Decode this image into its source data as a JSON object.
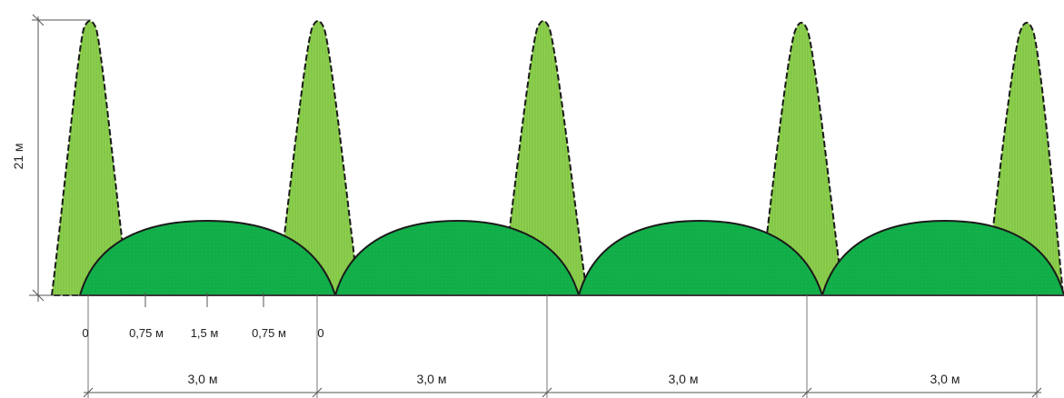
{
  "height_label": "21 м",
  "spacing_labels": {
    "zero_left": "0",
    "quarter_left": "0,75 м",
    "center": "1,5 м",
    "quarter_right": "0,75 м",
    "zero_right": "0"
  },
  "span_labels": [
    "3,0 м",
    "3,0 м",
    "3,0 м",
    "3,0 м"
  ],
  "colors": {
    "tall_tree": "#8fd14f",
    "tall_tree_stripe": "#6fb238",
    "shrub": "#12b04a",
    "outline": "#1a1a1a",
    "dimension_line": "#555555"
  }
}
